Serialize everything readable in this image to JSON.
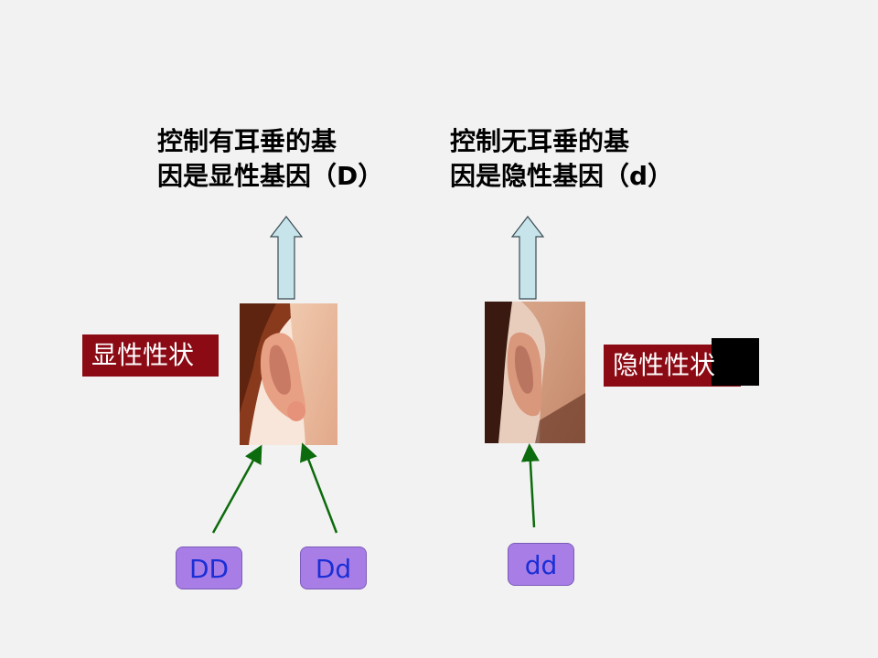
{
  "headings": {
    "left": [
      "控制有耳垂的基",
      "因是显性基因（D）"
    ],
    "right": [
      "控制无耳垂的基",
      "因是隐性基因（d）"
    ]
  },
  "traits": {
    "dominant": "显性性状",
    "recessive": "隐性性状"
  },
  "genotypes": {
    "DD": "DD",
    "Dd": "Dd",
    "dd": "dd"
  },
  "colors": {
    "background": "#f2f2f2",
    "trait_box": "#8b0a14",
    "genotype_box": "#a87ee6",
    "genotype_text": "#1a2fd6",
    "arrow_fill": "#c6e4ea",
    "connector": "#0c6b0c"
  }
}
